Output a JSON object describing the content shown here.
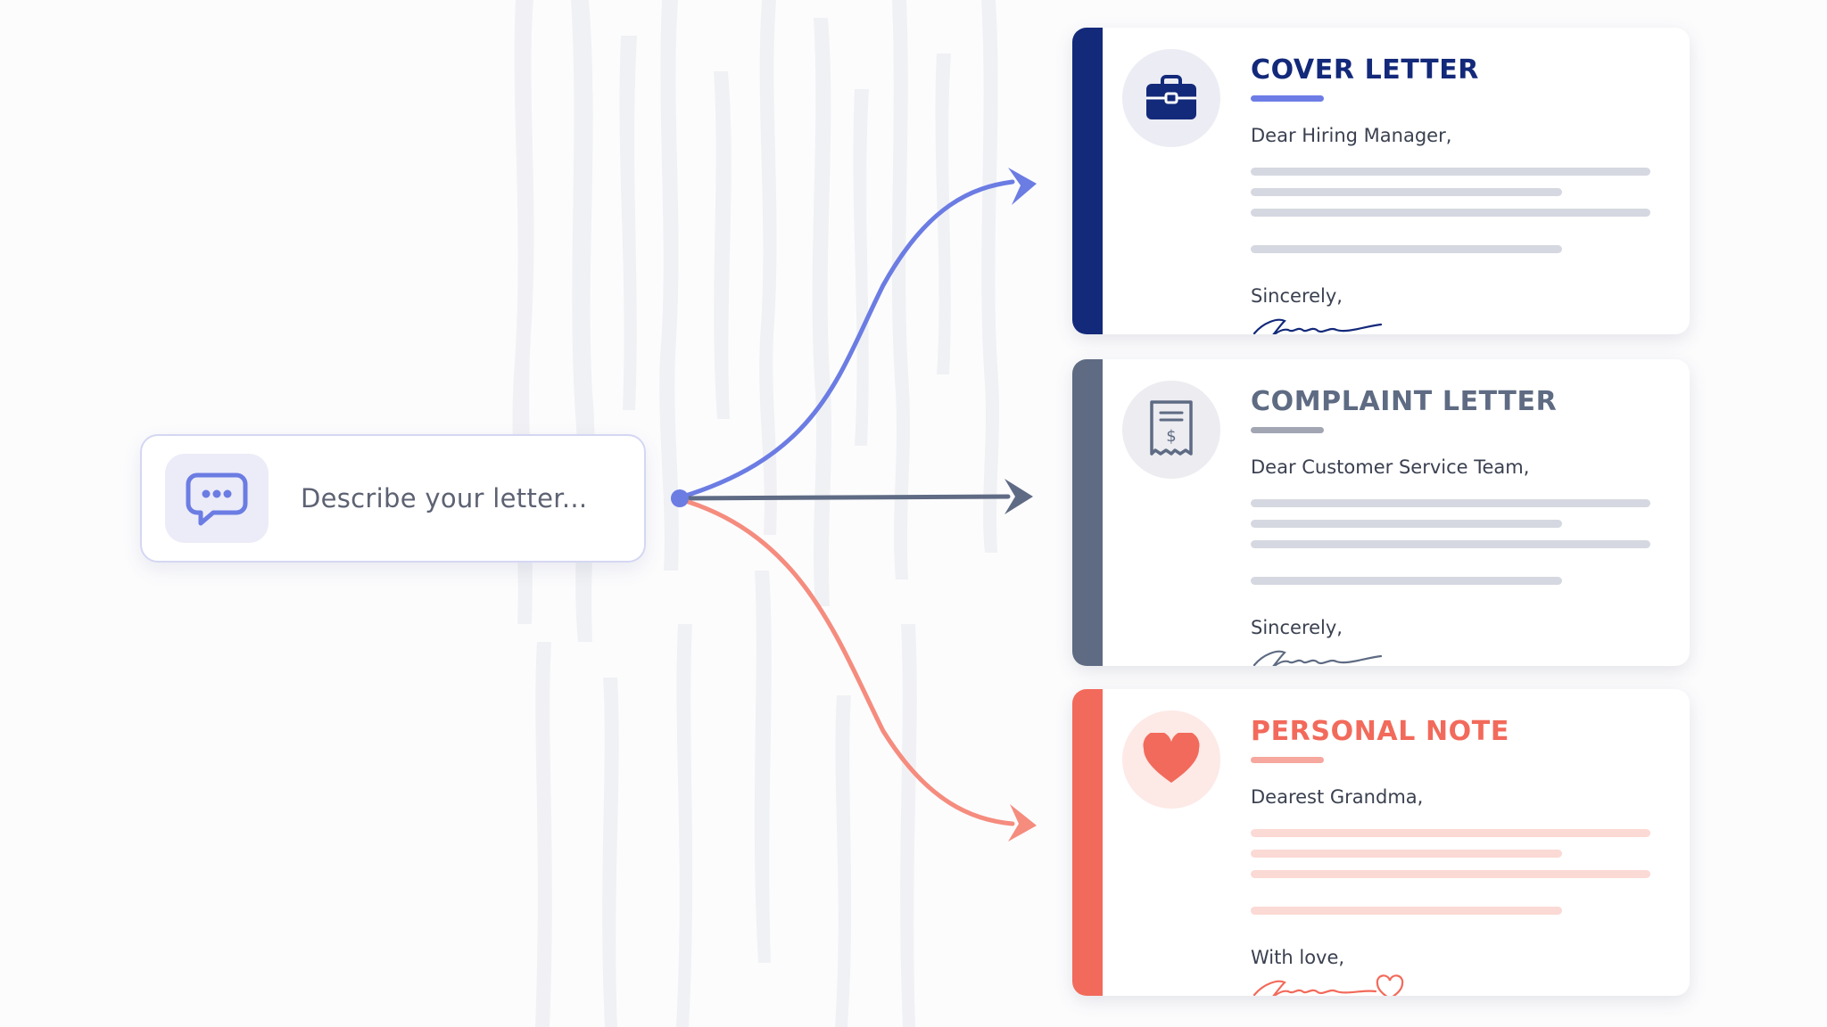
{
  "prompt": {
    "placeholder": "Describe your letter...",
    "icon": "chat-bubble-icon"
  },
  "cards": [
    {
      "id": "cover",
      "title": "COVER LETTER",
      "greeting": "Dear Hiring Manager,",
      "closing": "Sincerely,",
      "icon": "briefcase-icon",
      "accent": "#13297a",
      "underline": "#6e7ce6",
      "line_color": "#d5d8e0",
      "icon_bg": "#ececf4"
    },
    {
      "id": "complaint",
      "title": "COMPLAINT LETTER",
      "greeting": "Dear Customer Service Team,",
      "closing": "Sincerely,",
      "icon": "receipt-icon",
      "accent": "#5e6b83",
      "underline": "#a2a6b3",
      "line_color": "#d5d8e0",
      "icon_bg": "#ececf1"
    },
    {
      "id": "personal",
      "title": "PERSONAL NOTE",
      "greeting": "Dearest Grandma,",
      "closing": "With love,",
      "icon": "heart-icon",
      "accent": "#f26a5b",
      "underline": "#f6a79e",
      "line_color": "#fbd9d4",
      "icon_bg": "#fde9e6"
    }
  ],
  "arrows": {
    "top_color": "#6b7ce3",
    "middle_color": "#5f6b84",
    "bottom_color": "#f58c7e",
    "origin_color": "#6b7ce3"
  }
}
